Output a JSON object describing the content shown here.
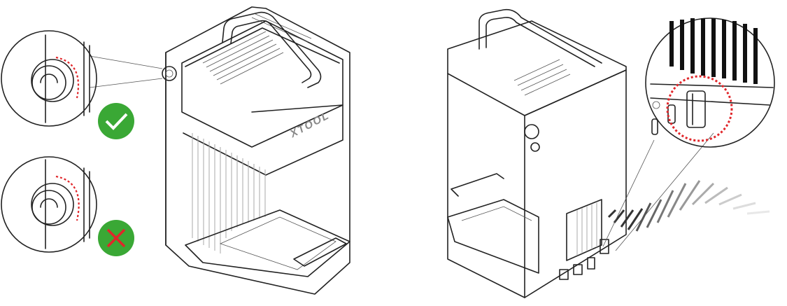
{
  "device": {
    "logo_text": "XTOOL"
  },
  "callouts": {
    "correct": {
      "status": "correct",
      "icon": "checkmark-icon",
      "color": "#3aa835"
    },
    "incorrect": {
      "status": "incorrect",
      "icon": "cross-icon",
      "color": "#3aa835",
      "mark_color": "#e0262a"
    }
  },
  "highlight_color": "#e0262a"
}
